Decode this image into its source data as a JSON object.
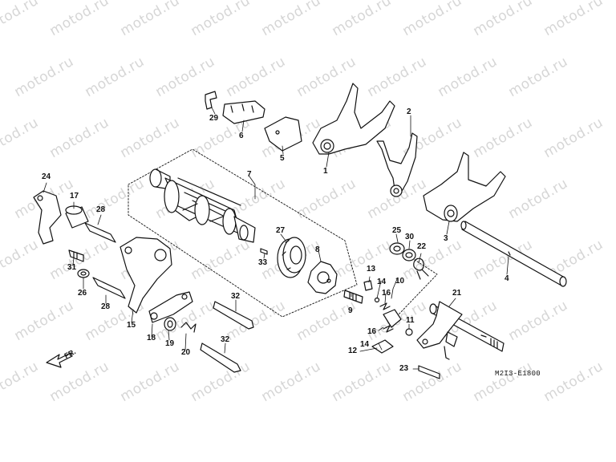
{
  "diagram": {
    "watermark": "motod.ru",
    "diagram_code": "M2I3-E1800",
    "front_indicator": "FR.",
    "callouts": [
      {
        "n": "1"
      },
      {
        "n": "2"
      },
      {
        "n": "3"
      },
      {
        "n": "4"
      },
      {
        "n": "5"
      },
      {
        "n": "6"
      },
      {
        "n": "7"
      },
      {
        "n": "8"
      },
      {
        "n": "9"
      },
      {
        "n": "10"
      },
      {
        "n": "11"
      },
      {
        "n": "12"
      },
      {
        "n": "13"
      },
      {
        "n": "14"
      },
      {
        "n": "14"
      },
      {
        "n": "15"
      },
      {
        "n": "16"
      },
      {
        "n": "16"
      },
      {
        "n": "17"
      },
      {
        "n": "18"
      },
      {
        "n": "19"
      },
      {
        "n": "20"
      },
      {
        "n": "21"
      },
      {
        "n": "22"
      },
      {
        "n": "23"
      },
      {
        "n": "24"
      },
      {
        "n": "25"
      },
      {
        "n": "26"
      },
      {
        "n": "27"
      },
      {
        "n": "28"
      },
      {
        "n": "28"
      },
      {
        "n": "29"
      },
      {
        "n": "30"
      },
      {
        "n": "31"
      },
      {
        "n": "32"
      },
      {
        "n": "32"
      },
      {
        "n": "33"
      }
    ]
  }
}
